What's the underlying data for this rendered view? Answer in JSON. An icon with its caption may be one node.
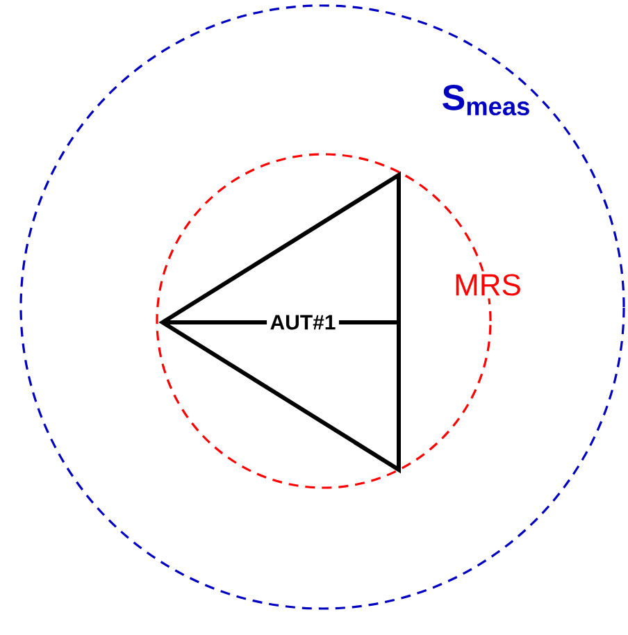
{
  "diagram": {
    "nodes": [
      {
        "text": [
          "S$_{meas}$"
        ]
      },
      {
        "text": [
          "MRS"
        ],
        "in": 0
      },
      {
        "text": [
          "AUT#1"
        ],
        "in": 1
      }
    ]
  }
}
